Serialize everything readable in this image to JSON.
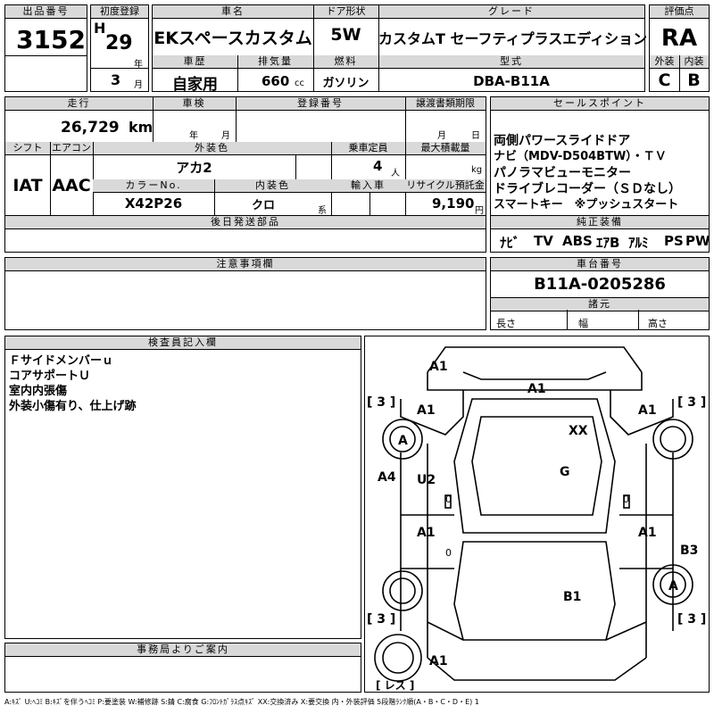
{
  "header": {
    "lot_label": "出品番号",
    "lot_no": "3152",
    "first_reg_label": "初度登録",
    "era": "H",
    "year": "29",
    "year_unit": "年",
    "month": "3",
    "month_unit": "月",
    "name_label": "車名",
    "car_name": "EKスペースカスタム",
    "door_label": "ドア形状",
    "door": "5W",
    "grade_label": "グレード",
    "grade": "カスタムT セーフティプラスエディション",
    "score_label": "評価点",
    "score": "RA",
    "history_label": "車歴",
    "history": "自家用",
    "displacement_label": "排気量",
    "displacement": "660",
    "displacement_unit": "cc",
    "fuel_label": "燃料",
    "fuel": "ガソリン",
    "model_label": "型式",
    "model": "DBA-B11A",
    "ext_label": "外装",
    "ext_score": "C",
    "int_label": "内装",
    "int_score": "B"
  },
  "specs": {
    "mileage_label": "走行",
    "mileage": "26,729",
    "mileage_unit": "km",
    "inspection_label": "車検",
    "insp_year_unit": "年",
    "insp_month_unit": "月",
    "plate_label": "登録番号",
    "transfer_label": "譲渡書類期限",
    "transfer_month_unit": "月",
    "transfer_day_unit": "日",
    "shift_label": "シフト",
    "shift": "IAT",
    "ac_label": "エアコン",
    "ac": "AAC",
    "ext_color_label": "外装色",
    "ext_color": "アカ2",
    "capacity_label": "乗車定員",
    "capacity": "4",
    "capacity_unit": "人",
    "load_label": "最大積載量",
    "load_unit": "kg",
    "color_no_label": "カラーNo.",
    "color_no": "X42P26",
    "int_color_label": "内装色",
    "int_color": "クロ",
    "int_color_unit": "系",
    "import_label": "輸入車",
    "recycle_label": "リサイクル預託金",
    "recycle": "9,190",
    "recycle_unit": "円",
    "later_parts_label": "後日発送部品"
  },
  "sales": {
    "label": "セールスポイント",
    "lines": [
      "両側パワースライドドア",
      "ナビ（MDV-D504BTW）・ＴＶ",
      "パノラマビューモニター",
      "ドライブレコーダー（ＳＤなし）",
      "スマートキー　※プッシュスタート"
    ]
  },
  "equipment": {
    "label": "純正装備",
    "items": [
      "ﾅﾋﾞ",
      "TV",
      "ABS",
      "ｴｱB",
      "ｱﾙﾐ",
      "PS",
      "PW"
    ]
  },
  "caution": {
    "label": "注意事項欄"
  },
  "chassis": {
    "label": "車台番号",
    "number": "B11A-0205286"
  },
  "dims": {
    "label": "諸元",
    "length": "長さ",
    "width": "幅",
    "height": "高さ"
  },
  "inspector": {
    "label": "検査員記入欄",
    "lines": [
      "Ｆサイドメンバーｕ",
      "コアサポートＵ",
      "室内内張傷",
      "外装小傷有り、仕上げ跡"
    ]
  },
  "office": {
    "label": "事務局よりご案内"
  },
  "legend": "A:ｷｽﾞ U:ﾍｺﾐ B:ｷｽﾞを伴うﾍｺﾐ P:要塗装 W:補修跡 S:錆 C:腐食 G:ﾌﾛﾝﾄｶﾞﾗｽ点ｷｽﾞ XX:交換済み X:要交換 内・外装評価 5段階ﾗﾝｸ順(A・B・C・D・E) 1",
  "diagram": {
    "marks": {
      "bumper_f": "A1",
      "hood": "A1",
      "fender_l": "A1",
      "fender_r": "A1",
      "tire_fl": "A",
      "roof": "XX",
      "windshield": "G",
      "pillar_l": "A4",
      "door_fl": "U2",
      "door_fr": "0",
      "door_rl_mark": "0",
      "door_rr_mark": "0",
      "door_rl": "A1",
      "door_rr": "A1",
      "quarter_r": "B3",
      "tire_rr": "A",
      "rear": "B1",
      "bumper_r": "A1",
      "tread_fl": "[ 3 ]",
      "tread_fr": "[ 3 ]",
      "tread_rl": "[ 3 ]",
      "tread_rr": "[ 3 ]",
      "spare": "[ レス ]"
    }
  }
}
